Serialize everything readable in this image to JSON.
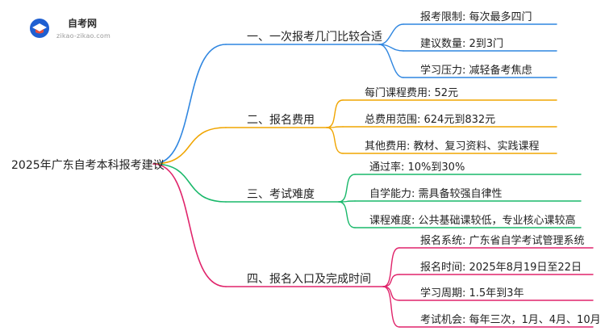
{
  "logo": {
    "name": "自考网",
    "url": "zikao-zikao.com",
    "accent": "#1f5fd1"
  },
  "root": {
    "label": "2025年广东自考本科报考建议"
  },
  "branches": [
    {
      "label": "一、一次报考几门比较合适",
      "color": "#2f86e0",
      "items": [
        "报考限制: 每次最多四门",
        "建议数量: 2到3门",
        "学习压力: 减轻备考焦虑"
      ]
    },
    {
      "label": "二、报名费用",
      "color": "#f0a500",
      "items": [
        "每门课程费用: 52元",
        "总费用范围: 624元到832元",
        "其他费用: 教材、复习资料、实践课程"
      ]
    },
    {
      "label": "三、考试难度",
      "color": "#19b86a",
      "items": [
        "通过率: 10%到30%",
        "自学能力: 需具备较强自律性",
        "课程难度: 公共基础课较低，专业核心课较高"
      ]
    },
    {
      "label": "四、报名入口及完成时间",
      "color": "#e0246b",
      "items": [
        "报名系统: 广东省自学考试管理系统",
        "报名时间: 2025年8月19日至22日",
        "学习周期: 1.5年到3年",
        "考试机会: 每年三次，1月、4月、10月"
      ]
    }
  ]
}
